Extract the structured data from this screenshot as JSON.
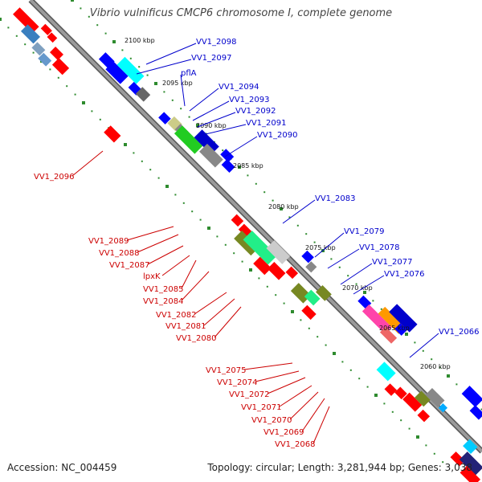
{
  "title": "Vibrio vulnificus CMCP6 chromosome I, complete genome",
  "footer": {
    "accession": "Accession: NC_004459",
    "topology": "Topology: circular; Length: 3,281,944 bp; Genes: 3,038"
  },
  "colors": {
    "backbone": "#8a8a8a",
    "forward_label": "#0000cc",
    "reverse_label": "#cc0000",
    "tick_dots": "#2e8b2e"
  },
  "scale_labels": [
    "2100 kbp",
    "2095 kbp",
    "2090 kbp",
    "2085 kbp",
    "2080 kbp",
    "2075 kbp",
    "2070 kbp",
    "2065 kbp",
    "2060 kbp"
  ],
  "forward_genes": [
    "VV1_2098",
    "VV1_2097",
    "pflA",
    "VV1_2094",
    "VV1_2093",
    "VV1_2092",
    "VV1_2091",
    "VV1_2090",
    "VV1_2083",
    "VV1_2079",
    "VV1_2078",
    "VV1_2077",
    "VV1_2076",
    "VV1_2066"
  ],
  "reverse_genes": [
    "VV1_2096",
    "VV1_2089",
    "VV1_2088",
    "VV1_2087",
    "lpxK",
    "VV1_2085",
    "VV1_2084",
    "VV1_2082",
    "VV1_2081",
    "VV1_2080",
    "VV1_2075",
    "VV1_2074",
    "VV1_2072",
    "VV1_2071",
    "VV1_2070",
    "VV1_2069",
    "VV1_2068"
  ]
}
